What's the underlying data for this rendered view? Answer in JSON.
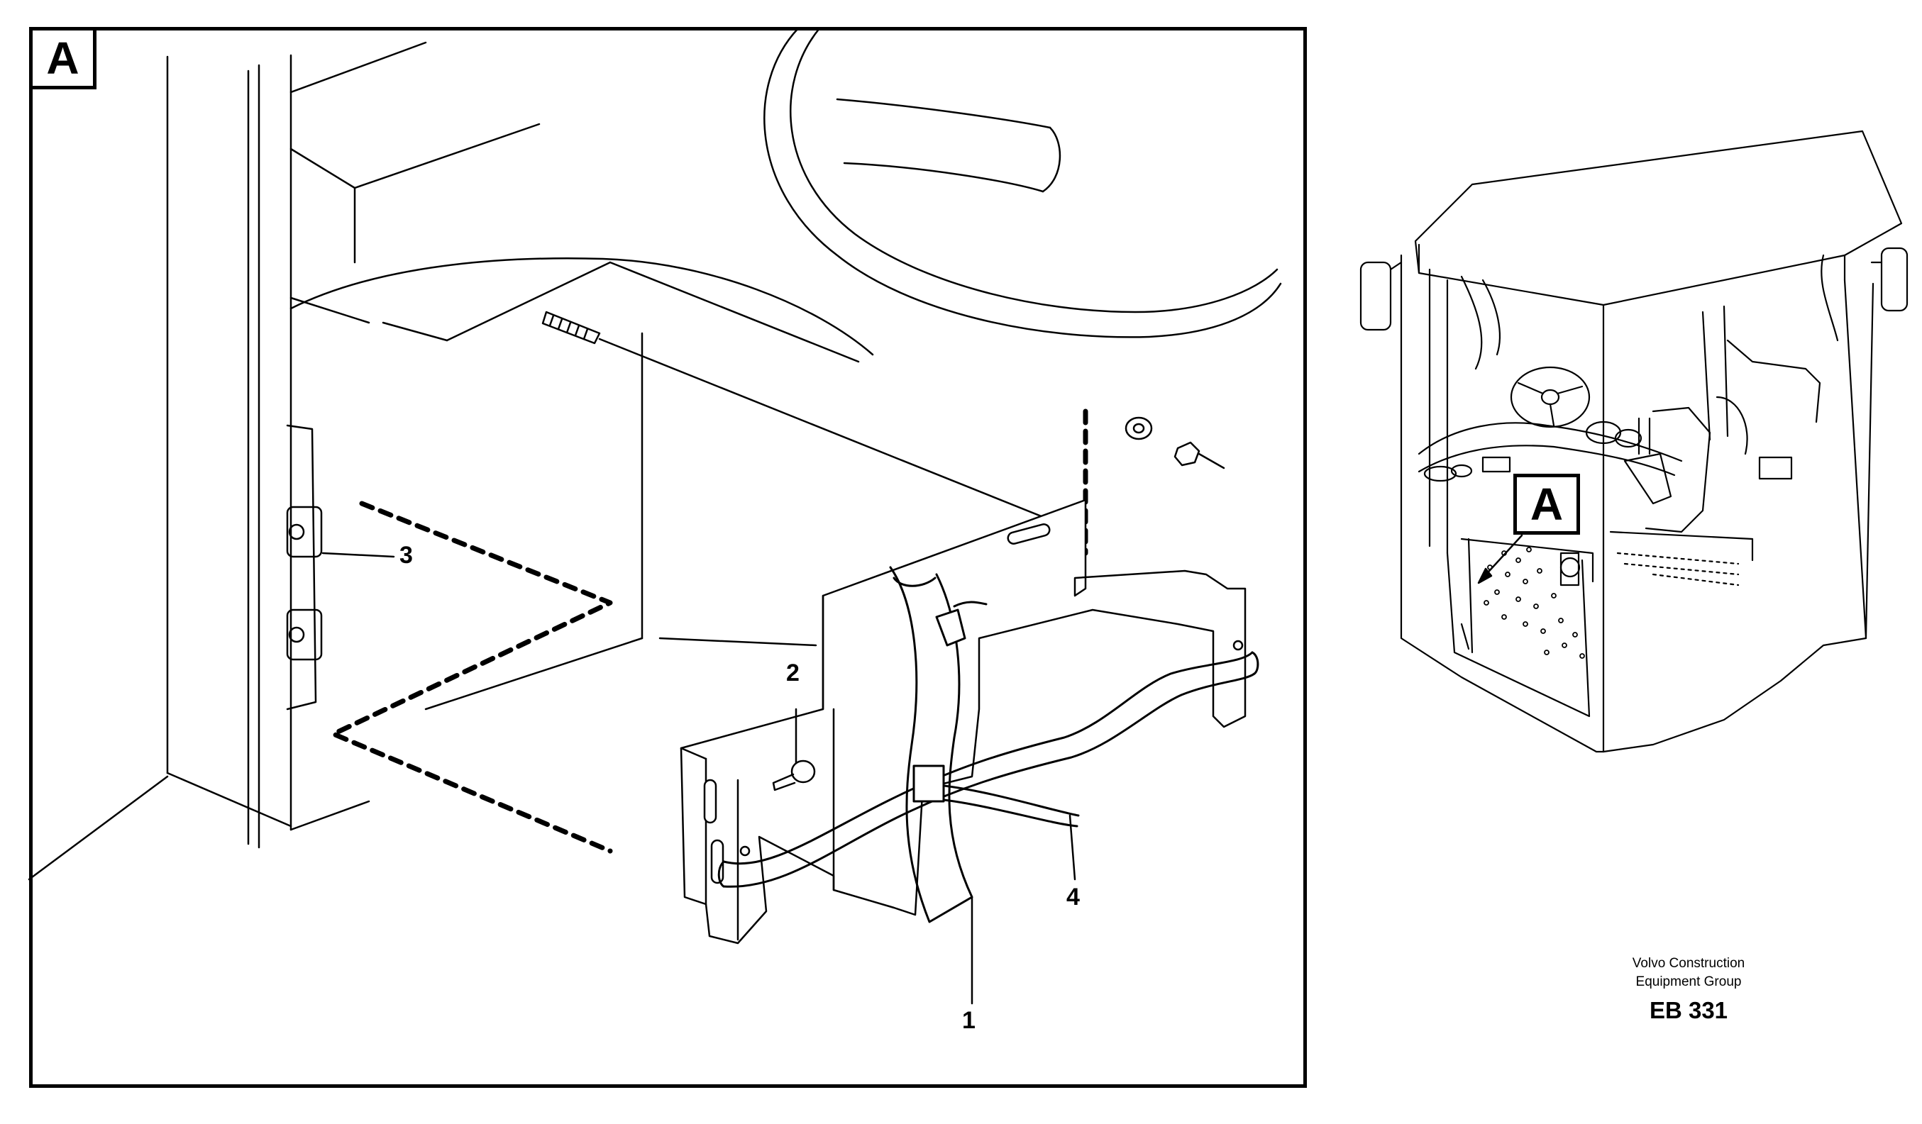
{
  "detail_view": {
    "label": "A",
    "callouts": [
      "1",
      "2",
      "3",
      "4"
    ]
  },
  "overview": {
    "label": "A"
  },
  "credit": {
    "line1": "Volvo Construction",
    "line2": "Equipment Group",
    "ref": "EB 331"
  }
}
